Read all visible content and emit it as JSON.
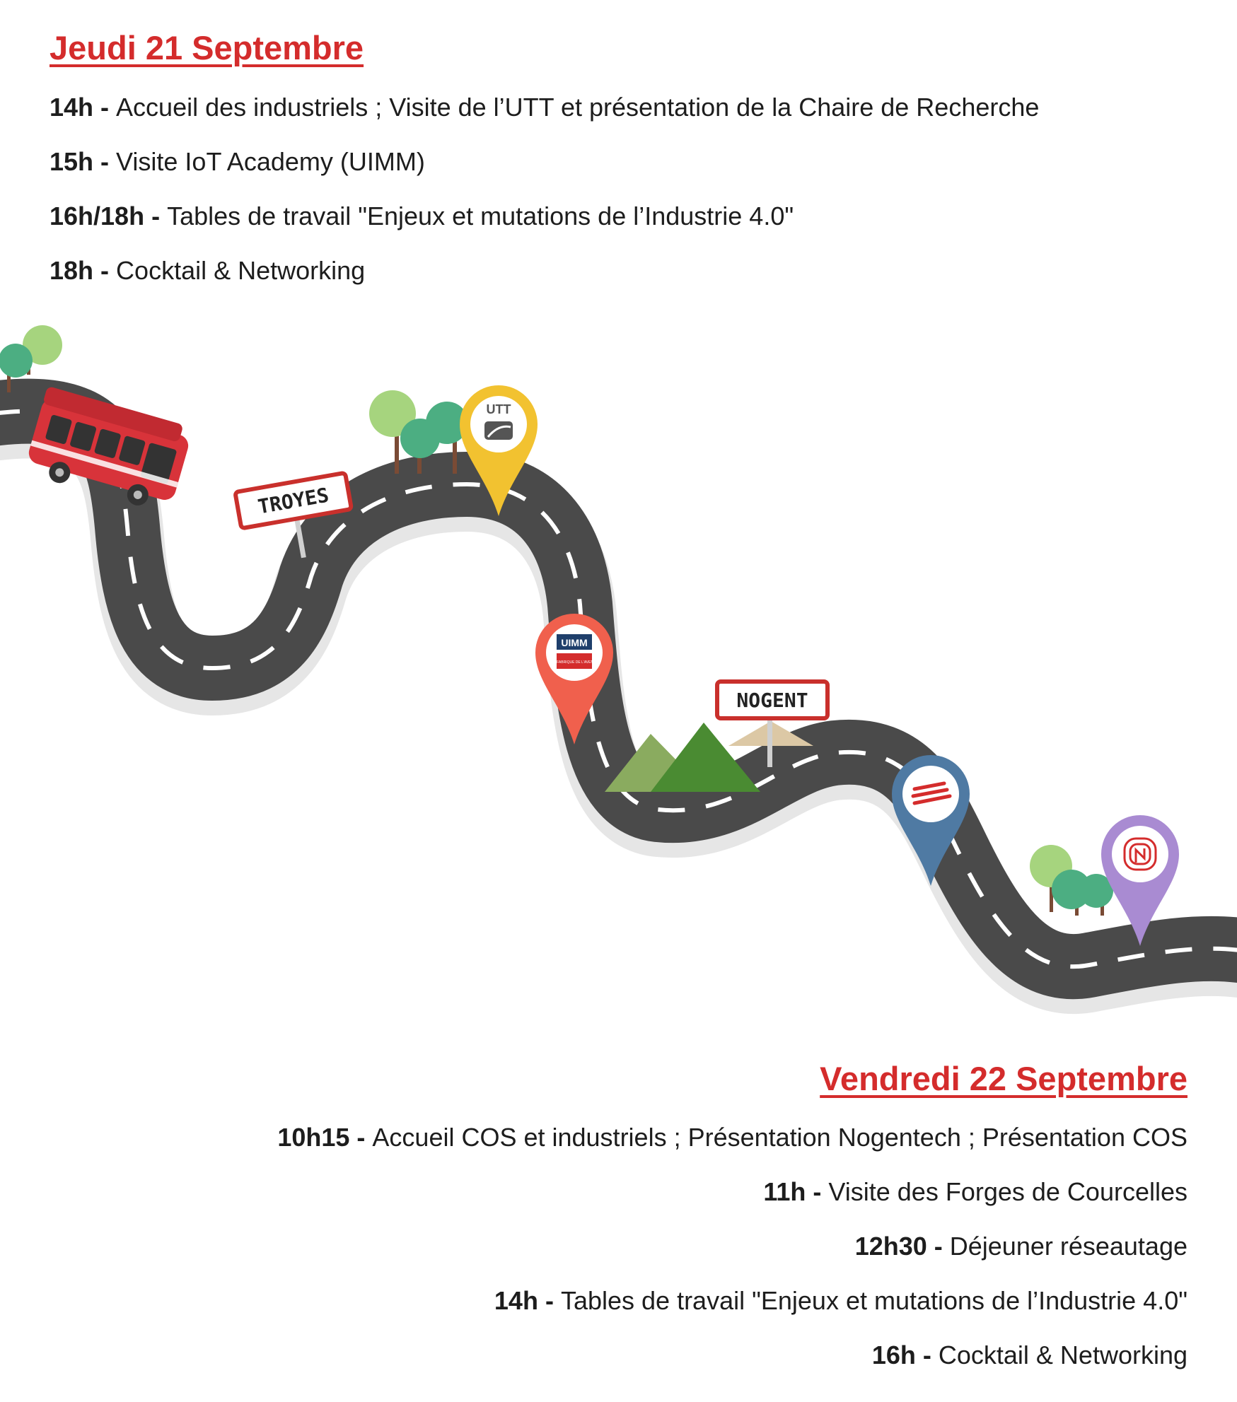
{
  "day1": {
    "title": "Jeudi 21 Septembre",
    "items": [
      {
        "time": "14h",
        "sep": " - ",
        "text": "Accueil des industriels ; Visite de l’UTT et présentation de la Chaire de Recherche"
      },
      {
        "time": "15h",
        "sep": " - ",
        "text": "Visite IoT Academy (UIMM)"
      },
      {
        "time": "16h/18h",
        "sep": " - ",
        "text": "Tables de travail \"Enjeux et mutations de l’Industrie 4.0\""
      },
      {
        "time": "18h",
        "sep": " - ",
        "text": "Cocktail & Networking"
      }
    ]
  },
  "day2": {
    "title": "Vendredi 22 Septembre",
    "items": [
      {
        "time": "10h15",
        "sep": " - ",
        "text": "Accueil COS et industriels ; Présentation Nogentech ; Présentation COS"
      },
      {
        "time": "11h",
        "sep": " - ",
        "text": "Visite des Forges de Courcelles"
      },
      {
        "time": "12h30",
        "sep": " - ",
        "text": "Déjeuner réseautage"
      },
      {
        "time": "14h",
        "sep": " - ",
        "text": "Tables de travail \"Enjeux et mutations de l’Industrie 4.0\""
      },
      {
        "time": "16h",
        "sep": " - ",
        "text": "Cocktail & Networking"
      }
    ]
  },
  "map": {
    "sign_troyes": "TROYES",
    "sign_nogent": "NOGENT",
    "pin_utt_label": "UTT",
    "pin_uimm_label": "UIMM",
    "pin_uimm_sub": "LA FABRIQUE DE L'AVENIR",
    "colors": {
      "road": "#4a4a4a",
      "road_shadow": "#e6e6e6",
      "accent_red": "#d42c2c",
      "pin_utt": "#f2c230",
      "pin_uimm": "#f0604d",
      "pin_forges": "#4f7aa3",
      "pin_nogentech": "#a98bd2"
    },
    "icons": [
      "bus-icon",
      "tree-icon",
      "mountain-icon",
      "map-pin-icon",
      "fingerprint-icon",
      "stripes-logo-icon"
    ]
  }
}
